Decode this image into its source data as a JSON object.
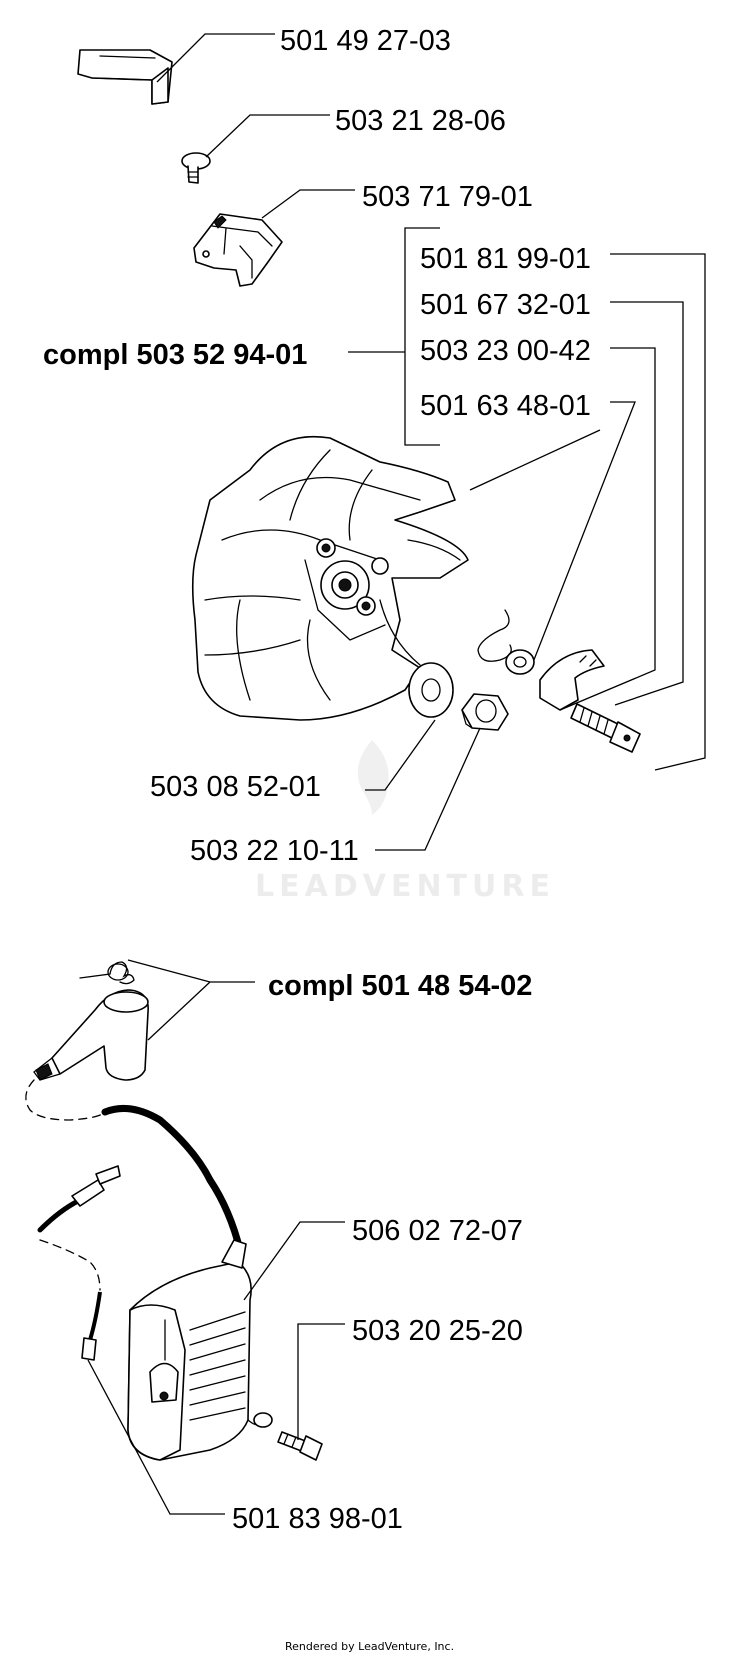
{
  "part_numbers": {
    "cover_clip": "501 49 27-03",
    "screw_small": "503 21 28-06",
    "bracket": "503 71 79-01",
    "bolt": "501 81 99-01",
    "pawl": "501 67 32-01",
    "pawl_bushing": "503 23 00-42",
    "pawl_spring": "501 63 48-01",
    "flywheel_kit": "compl 503 52 94-01",
    "washer": "503 08 52-01",
    "nut": "503 22 10-11",
    "spark_plug_cap_kit": "compl 501 48 54-02",
    "ignition_module": "506 02 72-07",
    "module_screw": "503 20 25-20",
    "short_circuit_cable": "501 83 98-01"
  },
  "watermark": "LEADVENTURE",
  "footer": "Rendered by LeadVenture, Inc."
}
